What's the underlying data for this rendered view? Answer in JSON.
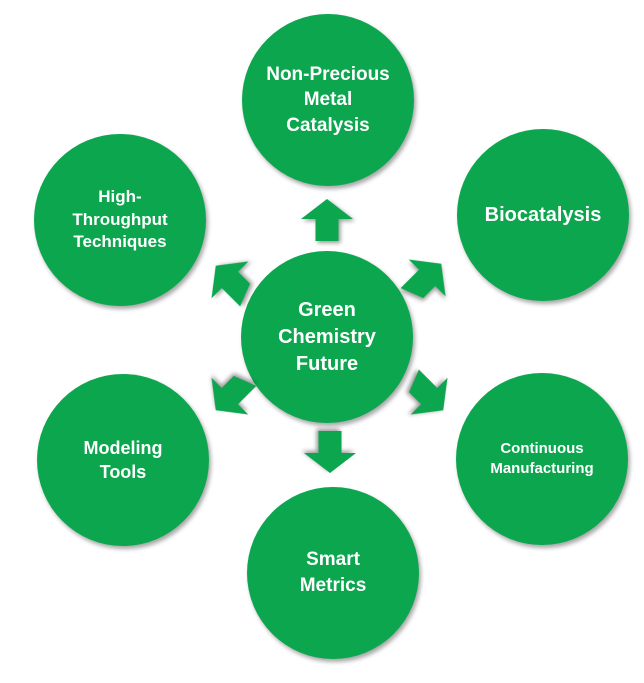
{
  "diagram": {
    "type": "radial-hub-spoke",
    "theme": {
      "node_color": "#0ca64f",
      "text_color": "#ffffff",
      "background": "#ffffff"
    },
    "center_node": {
      "id": "green-chemistry-future",
      "label": "Green\nChemistry\nFuture"
    },
    "nodes": [
      {
        "id": "non-precious-metal-catalysis",
        "label": "Non-Precious\nMetal\nCatalysis",
        "position": "top"
      },
      {
        "id": "biocatalysis",
        "label": "Biocatalysis",
        "position": "top-right"
      },
      {
        "id": "continuous-manufacturing",
        "label": "Continuous\nManufacturing",
        "position": "bottom-right"
      },
      {
        "id": "smart-metrics",
        "label": "Smart\nMetrics",
        "position": "bottom"
      },
      {
        "id": "modeling-tools",
        "label": "Modeling\nTools",
        "position": "bottom-left"
      },
      {
        "id": "high-throughput-techniques",
        "label": "High-\nThroughput\nTechniques",
        "position": "top-left"
      }
    ],
    "arrows": [
      {
        "direction": "up"
      },
      {
        "direction": "up-right"
      },
      {
        "direction": "down-right"
      },
      {
        "direction": "down"
      },
      {
        "direction": "down-left"
      },
      {
        "direction": "up-left"
      }
    ]
  }
}
